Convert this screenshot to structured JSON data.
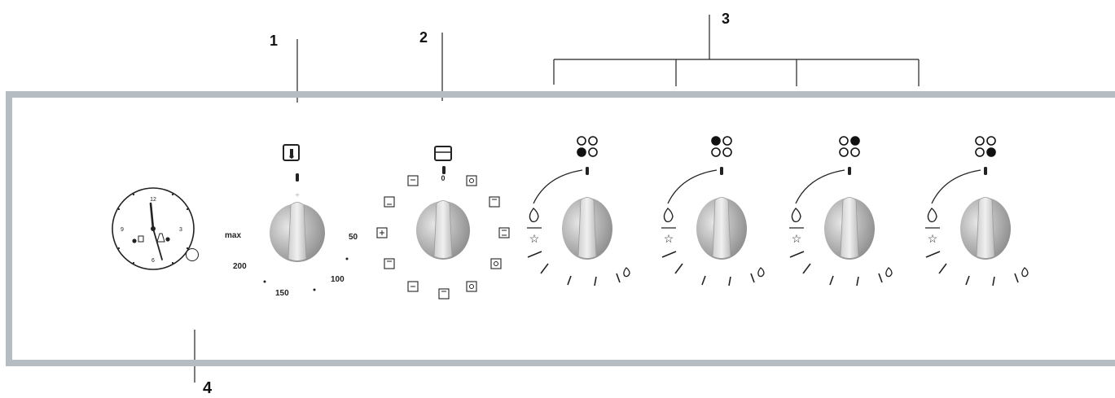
{
  "callouts": {
    "c1": "1",
    "c2": "2",
    "c3": "3",
    "c4": "4"
  },
  "clock": {
    "numerals": {
      "n12": "12",
      "n3": "3",
      "n6": "6",
      "n9": "9"
    }
  },
  "thermostat": {
    "labels": {
      "max": "max",
      "t200": "200",
      "t150": "150",
      "t100": "100",
      "t50": "50"
    }
  },
  "function_selector": {
    "zero_label": "0"
  },
  "burners": [
    {
      "indicator": "bottom-left"
    },
    {
      "indicator": "top-left"
    },
    {
      "indicator": "top-right"
    },
    {
      "indicator": "bottom-right"
    }
  ],
  "colors": {
    "panel_border": "#b5bcc2",
    "knob": "#a9a9a9",
    "knob_highlight": "#dedede",
    "line": "#222222"
  }
}
